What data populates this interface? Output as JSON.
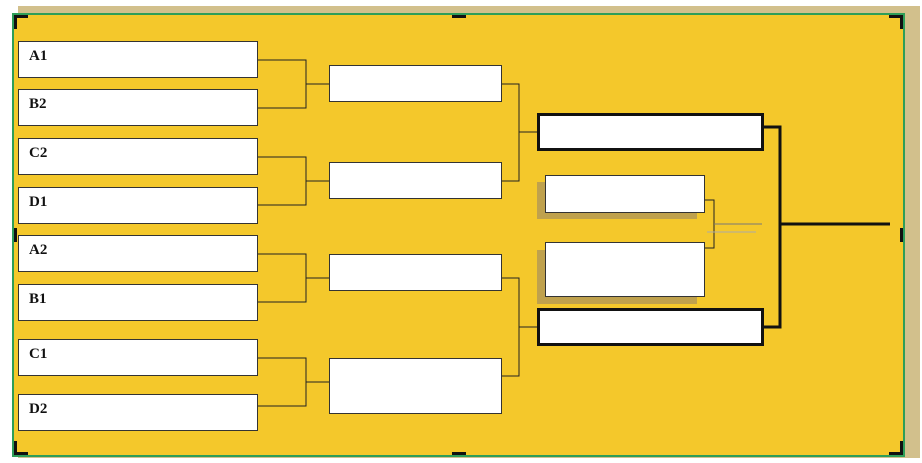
{
  "bracket": {
    "round1": [
      "A1",
      "B2",
      "C2",
      "D1",
      "A2",
      "B1",
      "C1",
      "D2"
    ],
    "colors": {
      "board": "#f4c82b",
      "border": "#2e9e58",
      "backdrop": "#d2c08c",
      "shadow": "#bfa14d"
    }
  }
}
